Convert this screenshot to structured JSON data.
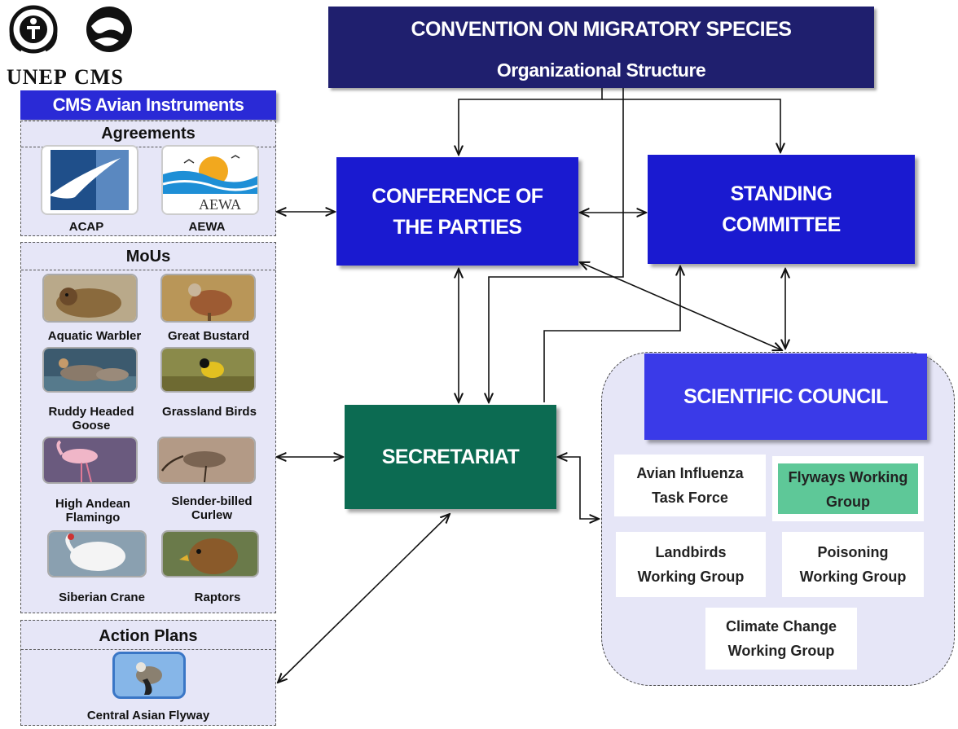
{
  "logos": {
    "unep": "UNEP",
    "cms": "CMS"
  },
  "header": {
    "title": "CONVENTION ON MIGRATORY SPECIES",
    "subtitle": "Organizational Structure"
  },
  "avian": {
    "title": "CMS Avian Instruments",
    "agreements": {
      "heading": "Agreements",
      "items": [
        {
          "label": "ACAP"
        },
        {
          "label": "AEWA",
          "logo_text": "AEWA"
        }
      ]
    },
    "mous": {
      "heading": "MoUs",
      "items": [
        {
          "label": "Aquatic Warbler"
        },
        {
          "label": "Great Bustard"
        },
        {
          "label": "Ruddy Headed Goose"
        },
        {
          "label": "Grassland Birds"
        },
        {
          "label": "High Andean Flamingo"
        },
        {
          "label": "Slender-billed Curlew"
        },
        {
          "label": "Siberian Crane"
        },
        {
          "label": "Raptors"
        }
      ]
    },
    "action_plans": {
      "heading": "Action Plans",
      "items": [
        {
          "label": "Central Asian Flyway"
        }
      ]
    }
  },
  "bodies": {
    "cop": "CONFERENCE OF THE PARTIES",
    "standing": "STANDING COMMITTEE",
    "secretariat": "SECRETARIAT",
    "scientific": "SCIENTIFIC COUNCIL"
  },
  "working_groups": [
    "Avian Influenza Task Force",
    "Flyways Working Group",
    "Landbirds Working Group",
    "Poisoning Working Group",
    "Climate Change Working Group"
  ],
  "colors": {
    "title_bg": "#1f1f6e",
    "body_blue": "#1a1ad0",
    "secretariat_green": "#0c6b52",
    "panel_bg": "#e6e6f7",
    "flyways_highlight": "#5ec898"
  }
}
